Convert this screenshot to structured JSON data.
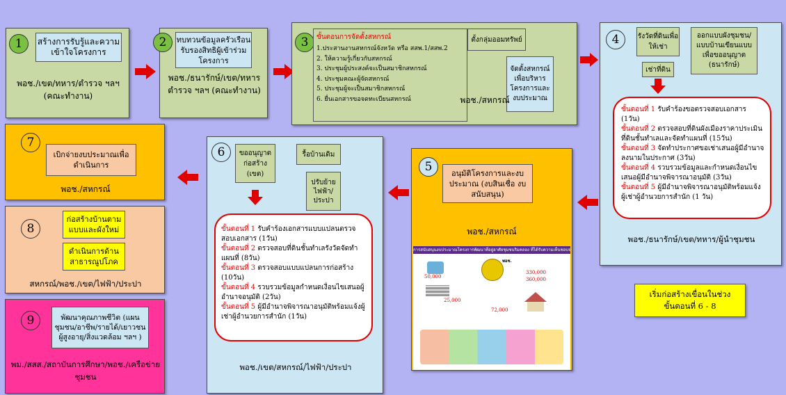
{
  "box1": {
    "num": "1",
    "inner": "สร้างการรับรู้และความเข้าใจโครงการ",
    "footer": "พอช./เขต/ทหาร/ตำรวจ ฯลฯ (คณะทำงาน)"
  },
  "box2": {
    "num": "2",
    "inner": "ทบทวนข้อมูลครัวเรือนรับรองสิทธิผู้เข้าร่วมโครงการ",
    "footer": "พอช./ธนารักษ์/เขต/ทหาร ตำรวจ ฯลฯ (คณะทำงาน)"
  },
  "box3": {
    "num": "3",
    "title": "ขั้นตอนการจัดตั้งสหกรณ์",
    "steps": [
      "1.ประสานงานสหกรณ์จังหวัด หรือ สสพ.1/สสพ.2",
      "2. ให้ความรู้เกี่ยวกับสหกรณ์",
      "3. ประชุมผู้ประสงค์จะเป็นสมาชิกสหกรณ์",
      "4. ประชุมคณะผู้จัดสหกรณ์",
      "5. ประชุมผู้จะเป็นสมาชิกสหกรณ์",
      "6. ยื่นเอกสารขอจดทะเบียนสหกรณ์"
    ],
    "savings": "ตั้งกลุ่มออมทรัพย์",
    "setup": "จัดตั้งสหกรณ์เพื่อบริหารโครงการและงบประมาณ",
    "footer": "พอช./สหกรณ์"
  },
  "box4": {
    "num": "4",
    "survey": "รังวัดที่ดินเพื่อให้เช่า",
    "design": "ออกแบบผังชุมชน/แบบบ้านเขียนแบบเพื่อขออนุญาต (ธนารักษ์)",
    "lease": "เช่าที่ดิน",
    "steps": [
      {
        "n": "ขั้นตอนที่ 1",
        "t": "รับคำร้องขอตรวจสอบเอกสาร (1วัน)"
      },
      {
        "n": "ขั้นตอนที่ 2",
        "t": "ตรวจสอบที่ดินผังเมืองราคาประเมินที่ดินชั้นทำเลและจัดทำแผนที่ (15วัน)"
      },
      {
        "n": "ขั้นตอนที่ 3",
        "t": "จัดทำประกาศขอเช่าเสนอผู้มีอำนาจลงนามในประกาศ (3วัน)"
      },
      {
        "n": "ขั้นตอนที่ 4",
        "t": "รวบรวมข้อมูลและกำหนดเงื่อนไขเสนอผู้มีอำนาจพิจารณาอนุมัติ (3วัน)"
      },
      {
        "n": "ขั้นตอนที่ 5",
        "t": "ผู้มีอำนาจพิจารณาอนุมัติพร้อมแจ้งผู้เช่าผู้อำนวยการสำนัก (1 วัน)"
      }
    ],
    "footer": "พอช./ธนารักษ์/เขต/ทหาร/ผู้นำชุมชน"
  },
  "box5": {
    "num": "5",
    "inner": "อนุมัติโครงการและงบประมาณ (งบสินเชื่อ งบสนับสนุน)",
    "footer": "พอช./สหกรณ์",
    "caption": "การสนับสนุนงบประมาณโครงการพัฒนาที่อยู่อาศัยชุมชนริมคลอง ที่ได้รับความเห็นชอบจาก ครม.",
    "amounts": [
      "50,000",
      "25,000",
      "330,000",
      "72,000",
      "360,000"
    ],
    "hero": "พอช."
  },
  "box6": {
    "num": "6",
    "permit": "ขออนุญาตก่อสร้าง (เขต)",
    "demolish": "รื้อบ้านเดิม",
    "relocate": "ปรับย้ายไฟฟ้า/ประปา",
    "steps": [
      {
        "n": "ขั้นตอนที่ 1",
        "t": "รับคำร้องเอกสารแบบแปลนตรวจสอบเอกสาร (1วัน)"
      },
      {
        "n": "ขั้นตอนที่ 2",
        "t": "ตรวจสอบที่ดินชั้นทำเลรังวัดจัดทำแผนที่ (8วัน)"
      },
      {
        "n": "ขั้นตอนที่ 3",
        "t": "ตรวจสอบแบบแปลนการก่อสร้าง (10วัน)"
      },
      {
        "n": "ขั้นตอนที่ 4",
        "t": "รวบรวมข้อมูลกำหนดเงื่อนไขเสนอผู้อำนาจอนุมัติ (2วัน)"
      },
      {
        "n": "ขั้นตอนที่ 5",
        "t": "ผู้มีอำนาจพิจารณาอนุมัติพร้อมแจ้งผู้เช่าผู้อำนวยการสำนัก (1วัน)"
      }
    ],
    "footer": "พอช./เขต/สหกรณ์/ไฟฟ้า/ประปา"
  },
  "box7": {
    "num": "7",
    "inner": "เบิกจ่ายงบประมาณเพื่อดำเนินการ",
    "footer": "พอช./สหกรณ์"
  },
  "box8": {
    "num": "8",
    "inner1": "ก่อสร้างบ้านตามแบบและผังใหม่",
    "inner2": "ดำเนินการด้านสาธารณูปโภค",
    "footer": "สหกรณ์/พอช./เขต/ไฟฟ้า/ประปา"
  },
  "box9": {
    "num": "9",
    "inner": "พัฒนาคุณภาพชีวิต (แผนชุมชน/อาชีพ/รายได้/เยาวชน ผู้สูงอายุ/สิ่งแวดล้อม ฯลฯ )",
    "footer": "พม./สสส./สถาบันการศึกษา/พอช./เครือข่ายชุมชน"
  },
  "note": "เริ่มก่อสร้างเขื่อนในช่วงขั้นตอนที่ 6 - 8",
  "colors": {
    "bg": "#b3b3f3",
    "green": "#c9d9a5",
    "lightblue": "#cde6f3",
    "orange": "#ffc000",
    "peach": "#f8c9a3",
    "pink": "#ff3399",
    "yellow": "#ffff00",
    "red": "#e00000"
  }
}
